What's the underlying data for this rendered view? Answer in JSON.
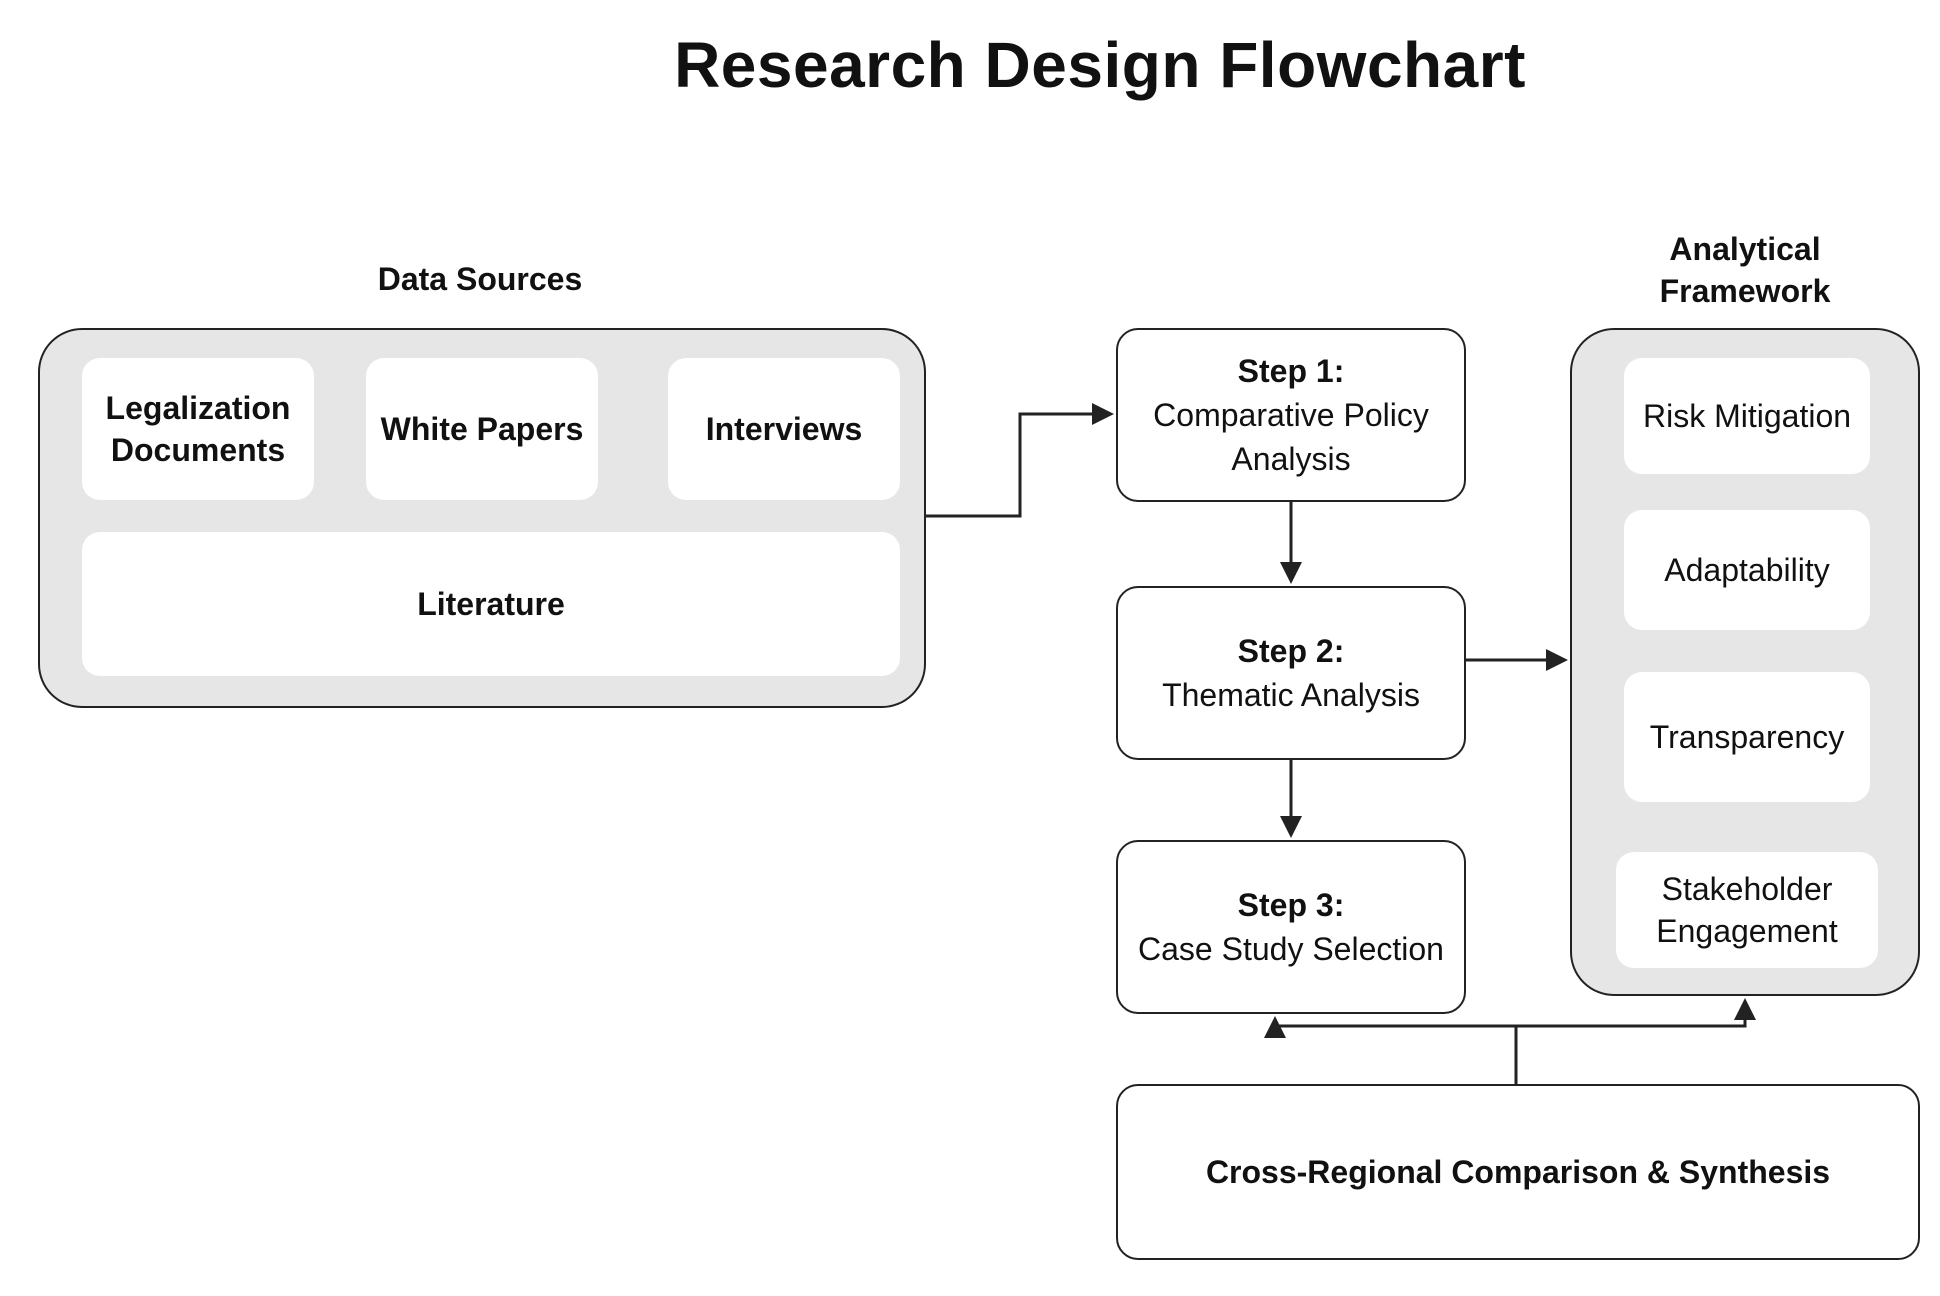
{
  "title": "Research Design Flowchart",
  "data_sources": {
    "label": "Data Sources",
    "items": {
      "legalization": "Legalization\nDocuments",
      "white_papers": "White Papers",
      "interviews": "Interviews",
      "literature": "Literature"
    }
  },
  "steps": [
    {
      "head": "Step 1:",
      "text": "Comparative Policy\nAnalysis"
    },
    {
      "head": "Step 2:",
      "text": "Thematic Analysis"
    },
    {
      "head": "Step 3:",
      "text": "Case Study Selection"
    }
  ],
  "framework": {
    "label": "Analytical\nFramework",
    "items": [
      "Risk Mitigation",
      "Adaptability",
      "Transparency",
      "Stakeholder\nEngagement"
    ]
  },
  "synthesis": "Cross-Regional Comparison & Synthesis",
  "colors": {
    "group_fill": "#e6e6e6",
    "stroke": "#222222",
    "tile_fill": "#ffffff"
  }
}
